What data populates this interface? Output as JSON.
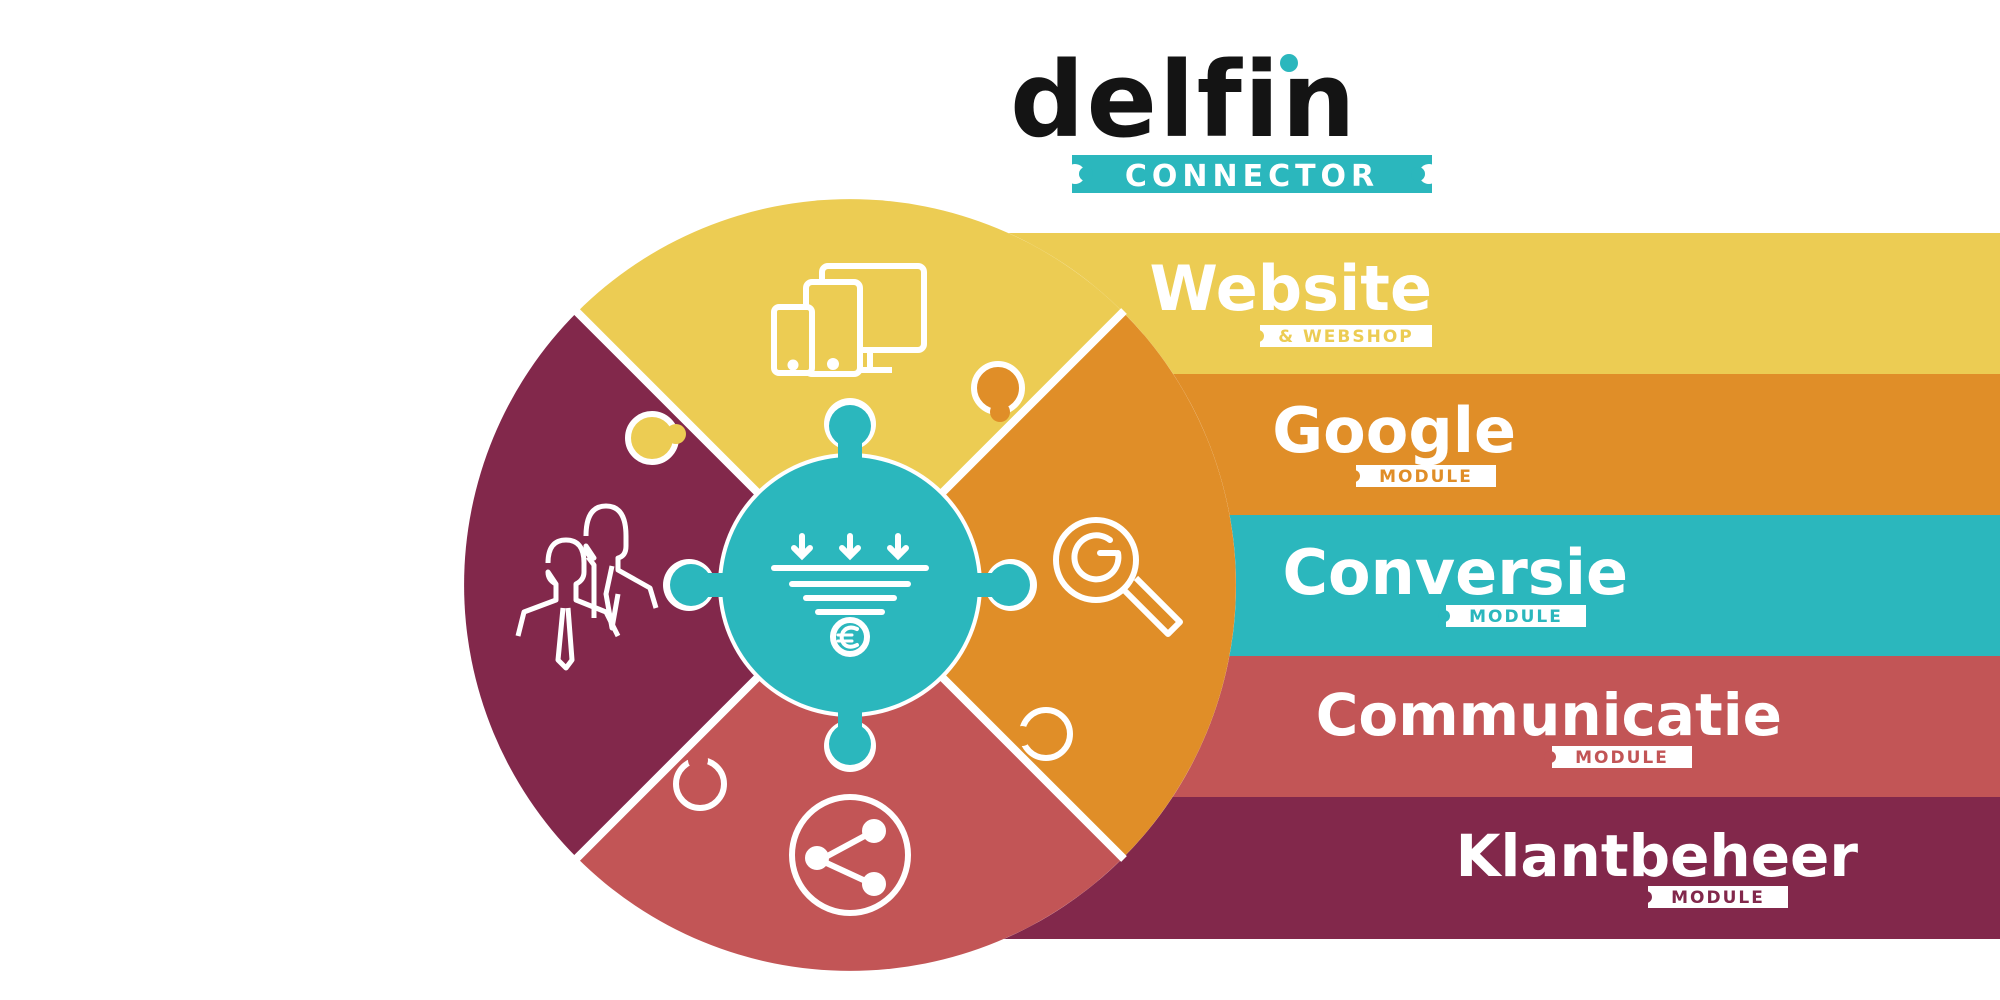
{
  "brand": {
    "name": "delfin",
    "tagline": "CONNECTOR"
  },
  "colors": {
    "yellow": "#eccc53",
    "orange": "#e08e28",
    "teal": "#2bb7bd",
    "coral": "#c25556",
    "plum": "#82284b",
    "ink": "#141414",
    "white": "#ffffff"
  },
  "banners": [
    {
      "title": "Website",
      "subtitle": "& WEBSHOP",
      "color": "#eccc53"
    },
    {
      "title": "Google",
      "subtitle": "MODULE",
      "color": "#e08e28"
    },
    {
      "title": "Conversie",
      "subtitle": "MODULE",
      "color": "#2bb7bd"
    },
    {
      "title": "Communicatie",
      "subtitle": "MODULE",
      "color": "#c25556"
    },
    {
      "title": "Klantbeheer",
      "subtitle": "MODULE",
      "color": "#82284b"
    }
  ],
  "wheel": {
    "segments": [
      {
        "name": "website",
        "color": "#eccc53",
        "icon": "devices-icon"
      },
      {
        "name": "google",
        "color": "#e08e28",
        "icon": "google-search-icon"
      },
      {
        "name": "communicatie",
        "color": "#c25556",
        "icon": "share-icon"
      },
      {
        "name": "klantbeheer",
        "color": "#82284b",
        "icon": "people-icon"
      }
    ],
    "hub": {
      "name": "conversie",
      "color": "#2bb7bd",
      "icon": "conversion-funnel-euro-icon"
    }
  }
}
